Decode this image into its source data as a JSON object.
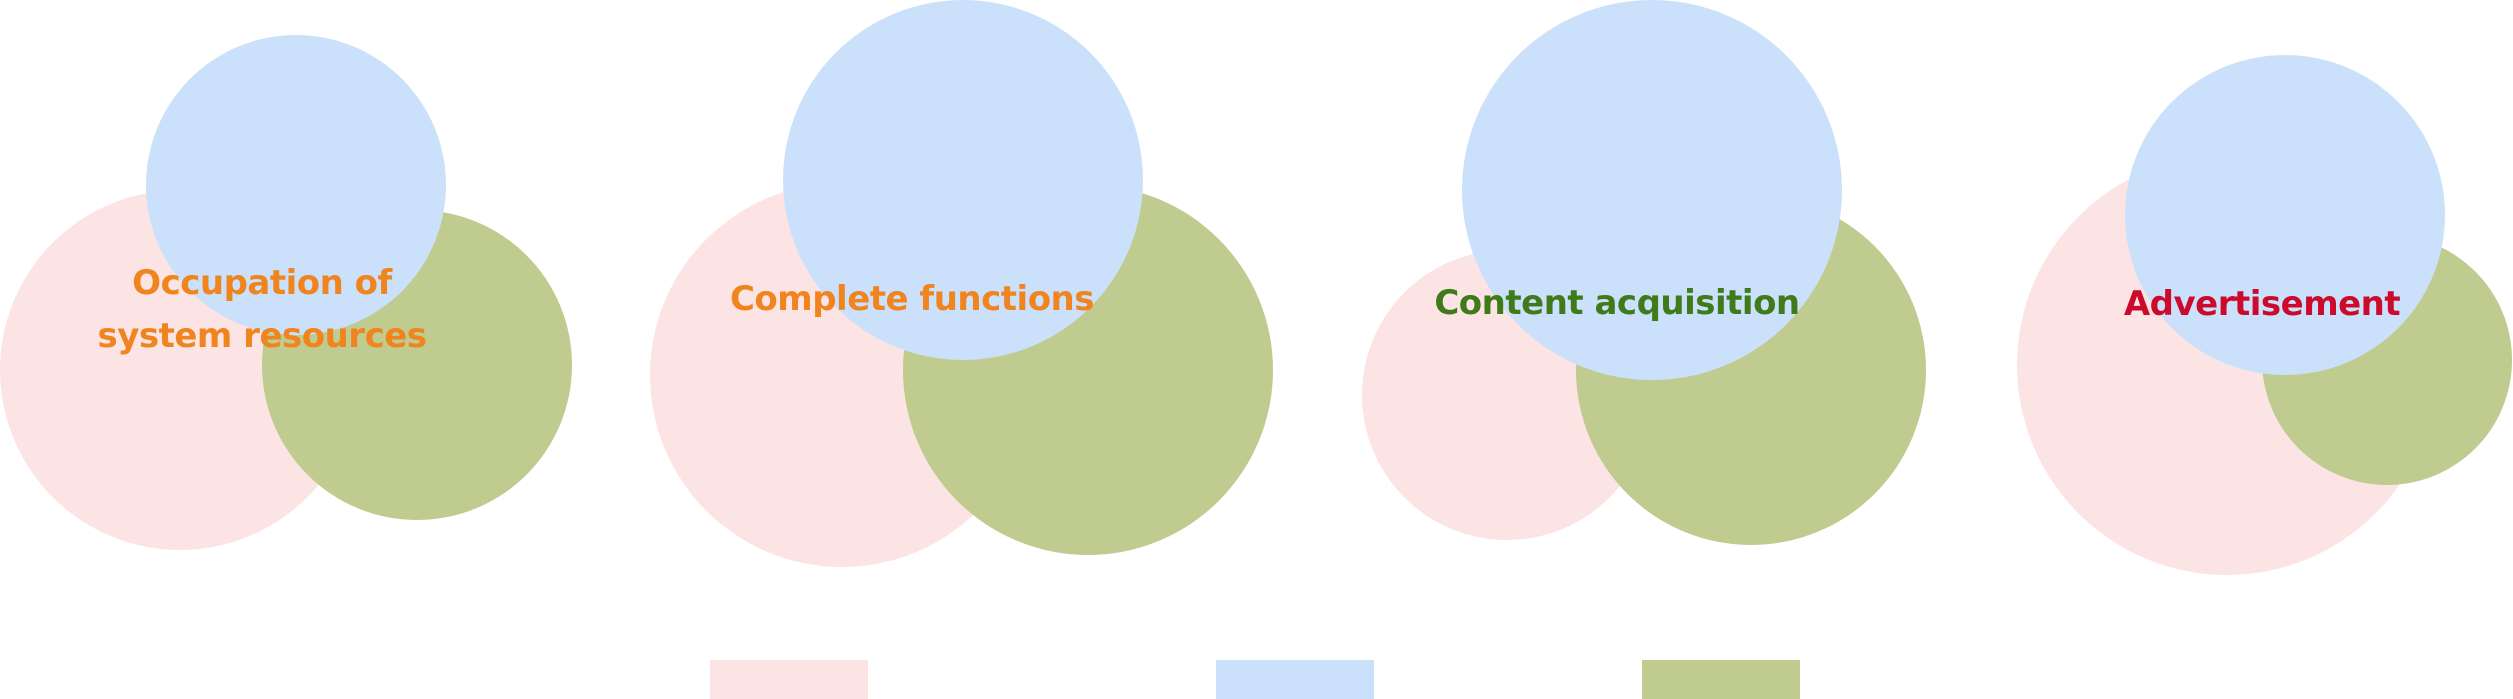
{
  "colors": {
    "pink": "#FCE4E4",
    "blue": "#CBE1FB",
    "green": "#C0CB8F"
  },
  "diagrams": [
    {
      "label_lines": [
        "Occupation of",
        "system resources"
      ],
      "label_color": "#F0841E"
    },
    {
      "label_lines": [
        "Complete functions"
      ],
      "label_color": "#F0841E"
    },
    {
      "label_lines": [
        "Content acquisition"
      ],
      "label_color": "#3F7A1B"
    },
    {
      "label_lines": [
        "Advertisement"
      ],
      "label_color": "#CC0A2B"
    }
  ],
  "legend": [
    {
      "swatch": "pink",
      "label": ""
    },
    {
      "swatch": "blue",
      "label": ""
    },
    {
      "swatch": "green",
      "label": ""
    }
  ]
}
